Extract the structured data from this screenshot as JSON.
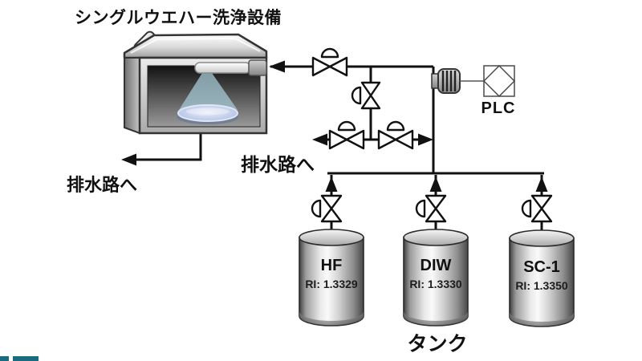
{
  "title": "シングルウエハー洗浄設備",
  "labels": {
    "drain_left": "排水路へ",
    "drain_middle": "排水路へ",
    "plc": "PLC",
    "tanks_caption": "タンク"
  },
  "tanks": [
    {
      "name": "HF",
      "ri": "RI: 1.3329"
    },
    {
      "name": "DIW",
      "ri": "RI: 1.3330"
    },
    {
      "name": "SC-1",
      "ri": "RI: 1.3350"
    }
  ],
  "icons": {
    "valve": "bowtie-valve-with-actuator-dome",
    "plc_box": "square-with-inscribed-diamond",
    "coupling": "ribbed-inline-sensor-coupling",
    "chamber": "single-wafer-spray-chamber",
    "tank": "metallic-cylinder-tank"
  },
  "theme": {
    "accent-teal": "#1b6b80",
    "line-black": "#111111",
    "spray-blue": "#a5c8d4",
    "wafer-blue": "#aebfe0",
    "metal-light": "#e8e8e8",
    "metal-dark": "#4a4a4a",
    "plc-stroke": "#555555"
  }
}
